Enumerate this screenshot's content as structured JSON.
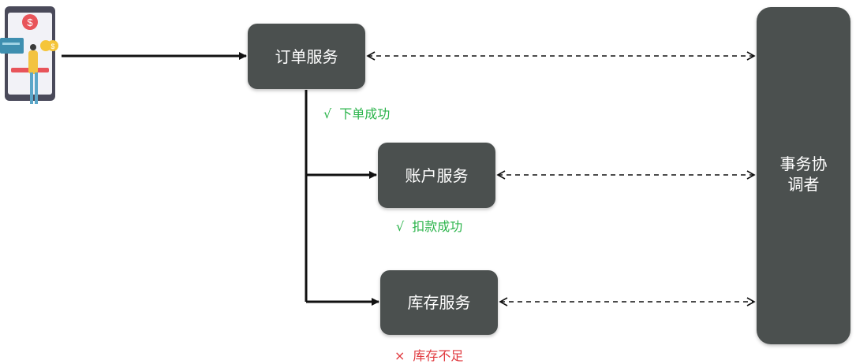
{
  "services": {
    "order": {
      "label": "订单服务"
    },
    "account": {
      "label": "账户服务"
    },
    "inventory": {
      "label": "库存服务"
    },
    "coordinator": {
      "label": "事务协调者"
    }
  },
  "statuses": {
    "order": {
      "mark": "√",
      "text": "下单成功",
      "color": "#2bb44b"
    },
    "account": {
      "mark": "√",
      "text": "扣款成功",
      "color": "#2bb44b"
    },
    "inventory": {
      "mark": "×",
      "text": "库存不足",
      "color": "#e0393e"
    }
  },
  "colors": {
    "box": "#4b504f",
    "line": "#111111",
    "phone_frame": "#4a4a5a",
    "coin": "#f5c53a",
    "accent_red": "#e8545a"
  }
}
